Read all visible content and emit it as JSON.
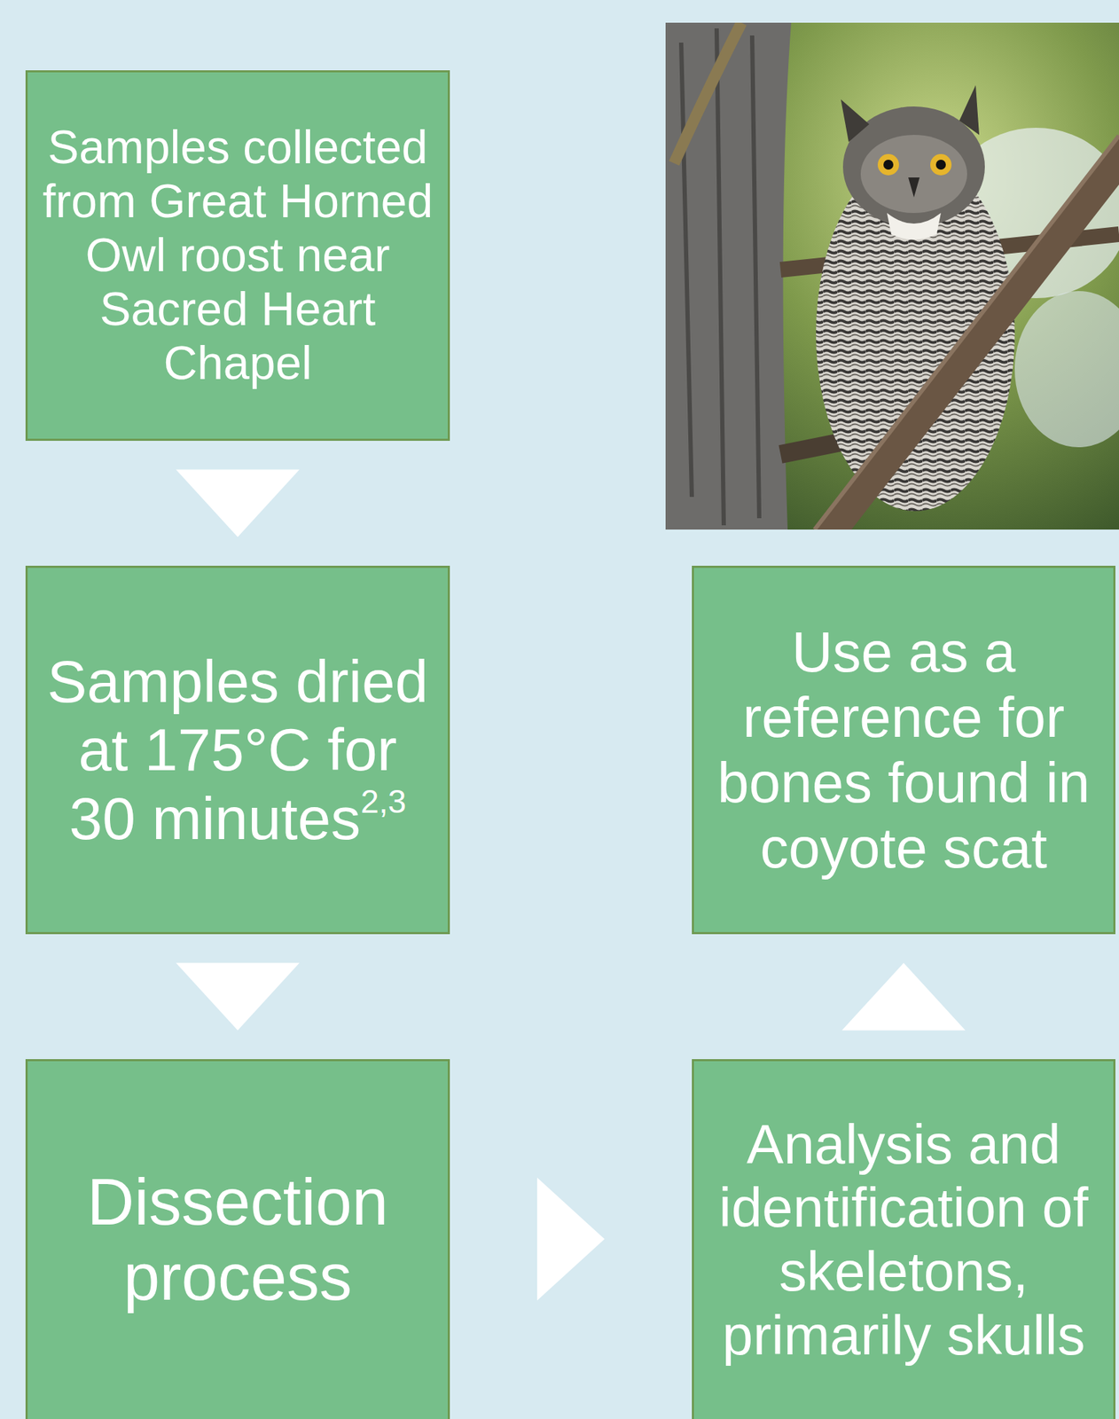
{
  "diagram": {
    "nodes": [
      {
        "text": [
          "Samples collected from Great Horned Owl roost near Sacred Heart Chapel"
        ]
      },
      {
        "text": [
          "Samples dried at 175°C for 30 minutes",
          "2,3"
        ]
      },
      {
        "text": [
          "Dissection process"
        ]
      },
      {
        "text": [
          "Analysis and identification of skeletons, primarily skulls"
        ]
      },
      {
        "text": [
          "Use as a reference for bones found in coyote scat"
        ]
      }
    ],
    "edges": [
      {
        "from": 0,
        "to": 1,
        "arrow": "to"
      },
      {
        "from": 1,
        "to": 2,
        "arrow": "to"
      },
      {
        "from": 2,
        "to": 3,
        "arrow": "to"
      },
      {
        "from": 3,
        "to": 4,
        "arrow": "to"
      }
    ]
  }
}
